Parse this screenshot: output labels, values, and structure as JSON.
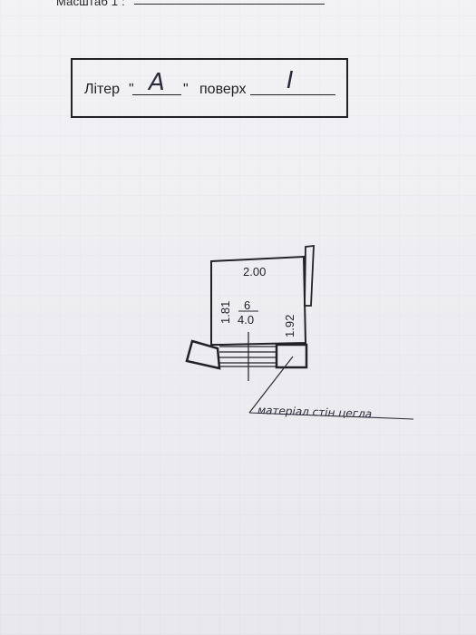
{
  "header": {
    "scale_label": "Масштаб 1 :",
    "scale_value": ""
  },
  "title_block": {
    "liter_label": "Літер",
    "quote_open": "\"",
    "liter_value": "А",
    "quote_close": "\"",
    "floor_label": "поверх",
    "floor_value": "I"
  },
  "plan": {
    "top_width": "2.00",
    "left_height": "1.81",
    "right_height": "1.92",
    "room_number": "6",
    "room_area": "4.0",
    "wall_material_note": "матеріал стін цегла"
  }
}
